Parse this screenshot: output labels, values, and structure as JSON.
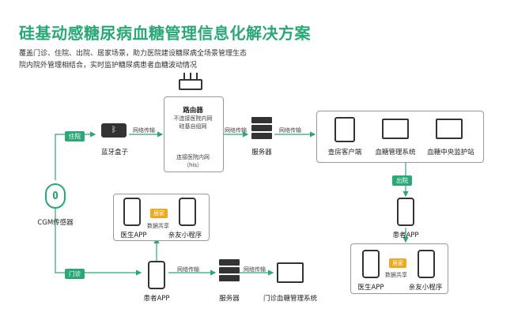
{
  "title": "硅基动感糖尿病血糖管理信息化解决方案",
  "subtitle_line1": "覆盖门诊、住院、出院、居家场景，助力医院建设糖尿病全场景管理生态",
  "subtitle_line2": "院内院外管理相结合，实时监护糖尿病患者血糖波动情况",
  "cgm": {
    "label": "CGM传感器"
  },
  "tags": {
    "inpatient": "住院",
    "outpatient": "门诊",
    "discharge": "出院",
    "home1": "居家",
    "home2": "居家"
  },
  "bluetooth": {
    "label": "蓝牙盒子",
    "link": "网络传输"
  },
  "router": {
    "label": "路由器",
    "note1": "不连接医院内网",
    "note2": "硅基自组网",
    "note3": "连接医院内网",
    "note4": "（his）",
    "link": "网络传输"
  },
  "server_top": {
    "label": "服务器",
    "link": "网络传输"
  },
  "terminals": {
    "ward": "查房客户端",
    "system": "血糖管理系统",
    "center": "血糖中央监护站"
  },
  "discharge_patient": {
    "label": "患者APP"
  },
  "home_right": {
    "doctor": "医生APP",
    "share": "数据共享",
    "family": "亲友小程序"
  },
  "home_left": {
    "doctor": "医生APP",
    "share": "数据共享",
    "family": "亲友小程序"
  },
  "outpatient_patient": {
    "label": "患者APP",
    "link": "网络传输"
  },
  "server_bottom": {
    "label": "服务器",
    "link": "网络传输"
  },
  "outpatient_system": {
    "label": "门诊血糖管理系统"
  },
  "colors": {
    "accent": "#2aa876",
    "home": "#f0a81c"
  }
}
